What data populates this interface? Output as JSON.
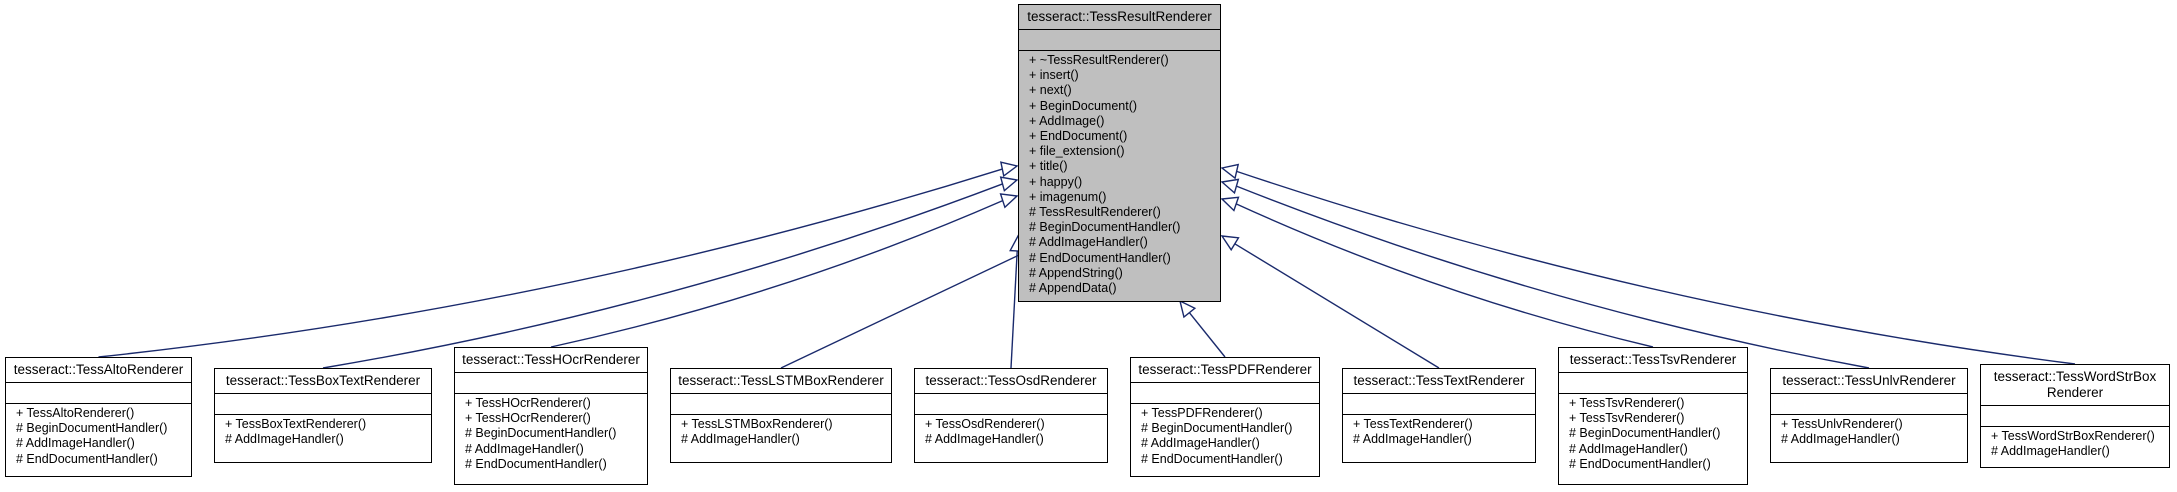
{
  "base": {
    "title": "tesseract::TessResultRenderer",
    "members": [
      "+ ~TessResultRenderer()",
      "+ insert()",
      "+ next()",
      "+ BeginDocument()",
      "+ AddImage()",
      "+ EndDocument()",
      "+ file_extension()",
      "+ title()",
      "+ happy()",
      "+ imagenum()",
      "# TessResultRenderer()",
      "# BeginDocumentHandler()",
      "# AddImageHandler()",
      "# EndDocumentHandler()",
      "# AppendString()",
      "# AppendData()"
    ]
  },
  "derived": [
    {
      "title": "tesseract::TessAltoRenderer",
      "members": [
        "+ TessAltoRenderer()",
        "# BeginDocumentHandler()",
        "# AddImageHandler()",
        "# EndDocumentHandler()"
      ]
    },
    {
      "title": "tesseract::TessBoxTextRenderer",
      "members": [
        "+ TessBoxTextRenderer()",
        "# AddImageHandler()"
      ]
    },
    {
      "title": "tesseract::TessHOcrRenderer",
      "members": [
        "+ TessHOcrRenderer()",
        "+ TessHOcrRenderer()",
        "# BeginDocumentHandler()",
        "# AddImageHandler()",
        "# EndDocumentHandler()"
      ]
    },
    {
      "title": "tesseract::TessLSTMBoxRenderer",
      "members": [
        "+ TessLSTMBoxRenderer()",
        "# AddImageHandler()"
      ]
    },
    {
      "title": "tesseract::TessOsdRenderer",
      "members": [
        "+ TessOsdRenderer()",
        "# AddImageHandler()"
      ]
    },
    {
      "title": "tesseract::TessPDFRenderer",
      "members": [
        "+ TessPDFRenderer()",
        "# BeginDocumentHandler()",
        "# AddImageHandler()",
        "# EndDocumentHandler()"
      ]
    },
    {
      "title": "tesseract::TessTextRenderer",
      "members": [
        "+ TessTextRenderer()",
        "# AddImageHandler()"
      ]
    },
    {
      "title": "tesseract::TessTsvRenderer",
      "members": [
        "+ TessTsvRenderer()",
        "+ TessTsvRenderer()",
        "# BeginDocumentHandler()",
        "# AddImageHandler()",
        "# EndDocumentHandler()"
      ]
    },
    {
      "title": "tesseract::TessUnlvRenderer",
      "members": [
        "+ TessUnlvRenderer()",
        "# AddImageHandler()"
      ]
    },
    {
      "title": "tesseract::TessWordStrBox\nRenderer",
      "members": [
        "+ TessWordStrBoxRenderer()",
        "# AddImageHandler()"
      ]
    }
  ],
  "colors": {
    "base_fill": "#bfbfbf",
    "edge": "#1a2a6c",
    "box_border": "#000000"
  }
}
